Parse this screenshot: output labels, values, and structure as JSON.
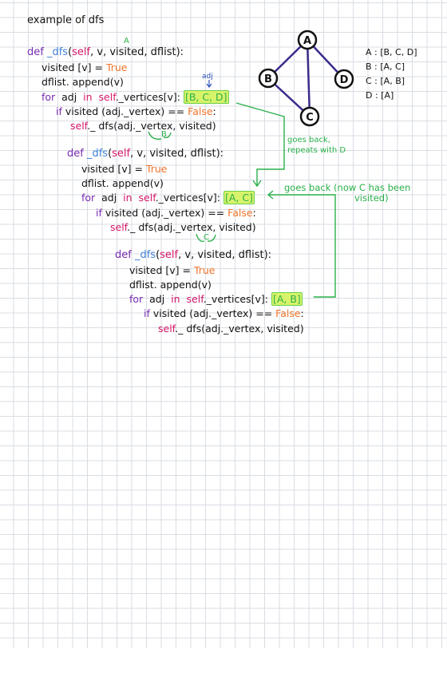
{
  "title": "example of dfs",
  "graph": {
    "nodes": [
      "A",
      "B",
      "C",
      "D"
    ],
    "adjacency": [
      "A : [B, C, D]",
      "B : [A, C]",
      "C : [A, B]",
      "D : [A]"
    ]
  },
  "level1": {
    "def_kw": "def",
    "fn_name": "_dfs",
    "open_paren": "(",
    "self_kw": "self",
    "params_rest": ", v, visited, dflist):",
    "v_annotation": "A",
    "visited_line": "visited [v] = ",
    "true_kw": "True",
    "append_line": "dflist. append(v)",
    "for_kw": "for",
    "adj_word": "adj",
    "in_kw": "in",
    "self_kw2": "self",
    "vertices_rest": "._vertices[v]:",
    "adj_list": "[B, C, D]",
    "adj_annotation": "adj",
    "if_kw": "if",
    "if_rest": "visited (adj._vertex) == ",
    "false_kw": "False",
    "colon": ":",
    "self_kw3": "self",
    "call_rest": "._ dfs(adj._vertex, visited)"
  },
  "level2": {
    "call_annotation": "B",
    "def_kw": "def",
    "fn_name": "_dfs",
    "open_paren": "(",
    "self_kw": "self",
    "params_rest": ", v, visited, dflist):",
    "visited_line": "visited [v] = ",
    "true_kw": "True",
    "append_line": "dflist. append(v)",
    "for_kw": "for",
    "adj_word": "adj",
    "in_kw": "in",
    "self_kw2": "self",
    "vertices_rest": "._vertices[v]:",
    "adj_list": "[A, C]",
    "if_kw": "if",
    "if_rest": "visited (adj._vertex) == ",
    "false_kw": "False",
    "colon": ":",
    "self_kw3": "self",
    "call_rest": "._ dfs(adj._vertex, visited)"
  },
  "level3": {
    "call_annotation": "C",
    "def_kw": "def",
    "fn_name": "_dfs",
    "open_paren": "(",
    "self_kw": "self",
    "params_rest": ", v, visited, dflist):",
    "visited_line": "visited [v] = ",
    "true_kw": "True",
    "append_line": "dflist. append(v)",
    "for_kw": "for",
    "adj_word": "adj",
    "in_kw": "in",
    "self_kw2": "self",
    "vertices_rest": "._vertices[v]:",
    "adj_list": "[A, B]",
    "if_kw": "if",
    "if_rest": "visited (adj._vertex) == ",
    "false_kw": "False",
    "colon": ":",
    "self_kw3": "self",
    "call_rest": "._ dfs(adj._vertex, visited)"
  },
  "notes": {
    "goes_back_repeats_1": "goes back,",
    "goes_back_repeats_2": "repeats with D",
    "goes_back_now_1": "goes back (now C has been",
    "goes_back_now_2": "visited)"
  },
  "colors": {
    "keyword_purple": "#7a2bb0",
    "function_blue": "#3f7fd9",
    "self_pink": "#d6176a",
    "bool_orange": "#f0742a",
    "highlight_yellow": "#d7f36a",
    "note_green": "#2ab04a",
    "graph_edge": "#3a2c8c",
    "annotation_blue": "#2a4fb8"
  }
}
